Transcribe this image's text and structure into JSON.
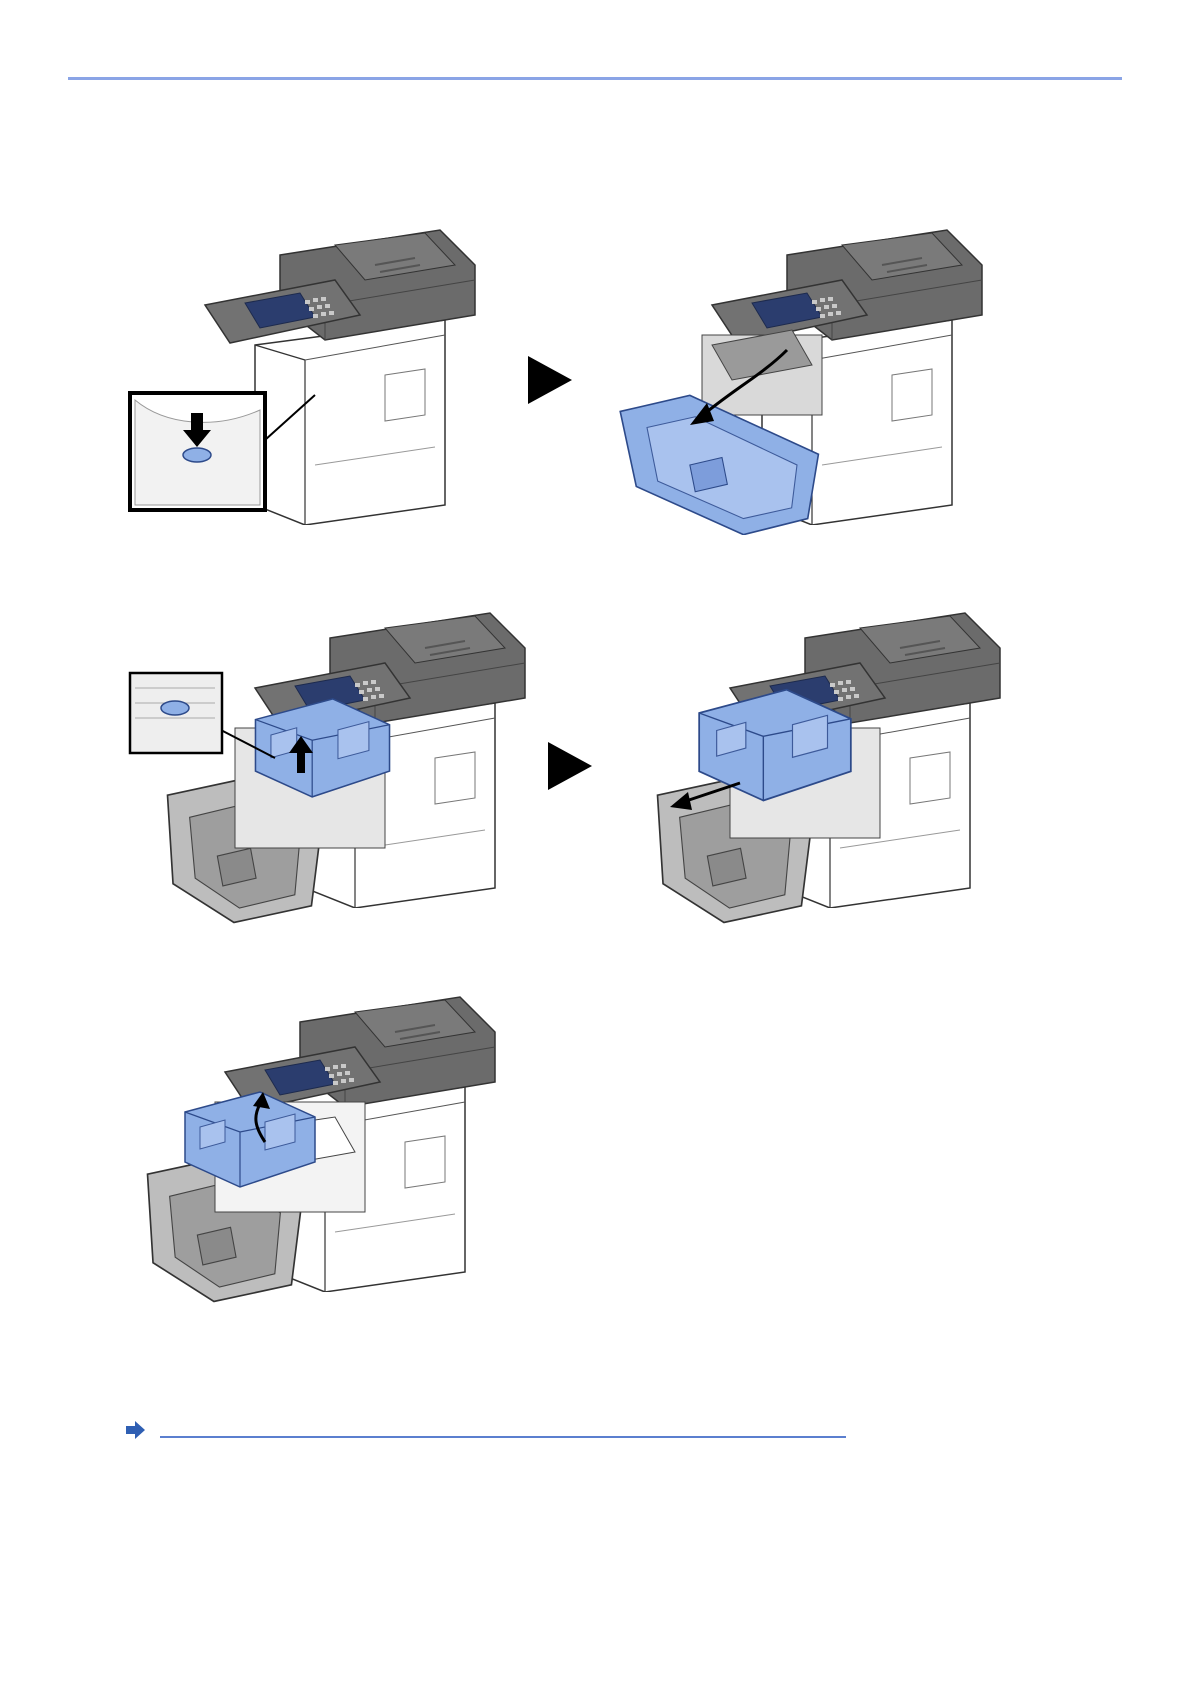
{
  "page": {
    "accent_color": "#8aa4e6",
    "link_color": "#2f5fb3",
    "part_highlight_color": "#8fb0e6"
  },
  "figures": [
    {
      "id": "step-1",
      "icon": "printer-press-button-icon"
    },
    {
      "id": "step-2",
      "icon": "printer-front-cover-open-icon"
    },
    {
      "id": "step-3",
      "icon": "printer-release-lever-icon"
    },
    {
      "id": "step-4",
      "icon": "printer-pull-drum-unit-icon"
    },
    {
      "id": "step-5",
      "icon": "printer-lift-toner-container-icon"
    }
  ],
  "arrows": [
    "next-step-arrow-icon",
    "next-step-arrow-icon"
  ],
  "note": {
    "icon": "reference-arrow-icon"
  }
}
